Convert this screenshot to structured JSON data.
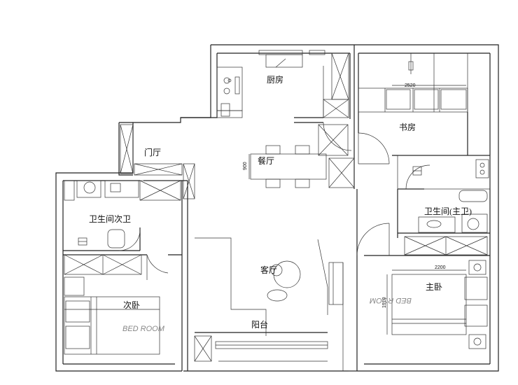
{
  "rooms": {
    "kitchen": "厨房",
    "study": "书房",
    "foyer": "门厅",
    "dining": "餐厅",
    "bath2": "卫生间次卫",
    "bath_master": "卫生间(主卫)",
    "living": "客厅",
    "bedroom2": "次卧",
    "master": "主卧",
    "balcony": "阳台"
  },
  "labels": {
    "bed_room_1": "BED ROOM",
    "bed_room_2": "BED ROOM"
  },
  "dimensions": {
    "study_width": "2520",
    "dining_table": "900",
    "master_bed_width": "2200",
    "master_bed_length": "1910"
  }
}
